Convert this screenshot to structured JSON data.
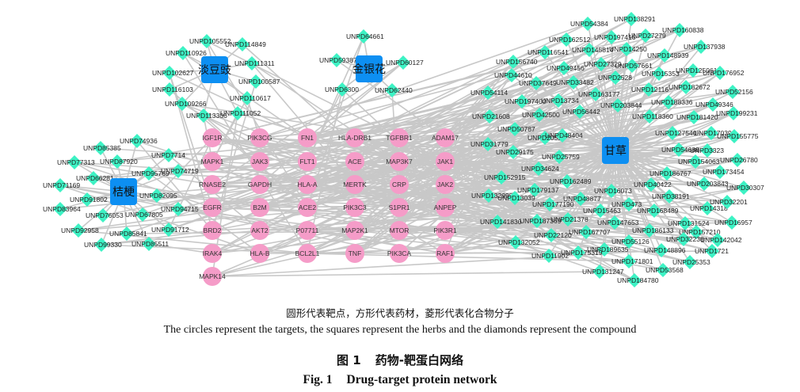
{
  "figure": {
    "type": "drug-target protein network",
    "legend_cn": "圆形代表靶点，方形代表药材，菱形代表化合物分子",
    "legend_en": "The circles represent the targets, the squares represent the herbs and the diamonds represent the compound",
    "figure_number_cn": "图 1",
    "figure_title_cn": "药物-靶蛋白网络",
    "figure_number_en": "Fig. 1",
    "figure_title_en": "Drug-target protein network"
  },
  "colors": {
    "herb": "#0d8ff2",
    "compound": "#3df2c4",
    "target": "#f59cc8",
    "edge": "#c8c8c8"
  },
  "herbs": [
    {
      "id": "h_dandouchi",
      "name": "淡豆豉"
    },
    {
      "id": "h_jinyinhua",
      "name": "金银花"
    },
    {
      "id": "h_jiegeng",
      "name": "桔梗"
    },
    {
      "id": "h_gancao",
      "name": "甘草"
    }
  ],
  "targets": [
    [
      "IGF1R",
      "PIK3CG",
      "FN1",
      "HLA-DRB1",
      "TGFBR1",
      "ADAM17"
    ],
    [
      "MAPK1",
      "JAK3",
      "FLT1",
      "ACE",
      "MAP3K7",
      "JAK1"
    ],
    [
      "RNASE2",
      "GAPDH",
      "HLA-A",
      "MERTK",
      "CRP",
      "JAK2"
    ],
    [
      "EGFR",
      "B2M",
      "ACE2",
      "PIK3C3",
      "S1PR1",
      "ANPEP"
    ],
    [
      "BRD2",
      "AKT2",
      "P07711",
      "MAP2K1",
      "MTOR",
      "PIK3R1"
    ],
    [
      "IRAK4",
      "HLA-B",
      "BCL2L1",
      "TNF",
      "PIK3CA",
      "RAF1"
    ],
    [
      "MAPK14"
    ]
  ],
  "compounds": {
    "淡豆豉": [
      "UNPD105552",
      "UNPD114849",
      "UNPD110926",
      "UNPD111311",
      "UNPD102627",
      "UNPD100587",
      "UNPD116103",
      "UNPD110617",
      "UNPD109266",
      "UNPD113306",
      "UNPD111052"
    ],
    "金银花": [
      "UNPD64661",
      "UNPD59387",
      "UNPD60127",
      "UNPD6300",
      "UNPD62440"
    ],
    "桔梗": [
      "UNPD74936",
      "UNPD85385",
      "UNPD87920",
      "UNPD7714",
      "UNPD77313",
      "UNPD95769",
      "UNPD74719",
      "UNPD66281",
      "UNPD71169",
      "UNPD82095",
      "UNPD91802",
      "UNPD83964",
      "UNPD94715",
      "UNPD76053",
      "UNPD67805",
      "UNPD92958",
      "UNPD85841",
      "UNPD91712",
      "UNPD99330",
      "UNPD85511"
    ],
    "甘草": [
      "UNPD54384",
      "UNPD138291",
      "UNPD160838",
      "UNPD162512",
      "UNPD197416",
      "UNPD27279",
      "UNPD116541",
      "UNPD145814",
      "UNPD14250",
      "UNPD148939",
      "UNPD137938",
      "UNPD156740",
      "UNPD49456",
      "UNPD27329",
      "UNPD57661",
      "UNPD15353",
      "UNPD125061",
      "UNPD176952",
      "UNPD44610",
      "UNPD2528",
      "UNPD37649",
      "UNPD33482",
      "UNPD12116",
      "UNPD182672",
      "UNPD52156",
      "UNPD54114",
      "UNPD197400",
      "UNPD13734",
      "UNPD163177",
      "UNPD203844",
      "UNPD188336",
      "UNPD49346",
      "UNPD21608",
      "UNPD42500",
      "UNPD56442",
      "UNPD118360",
      "UNPD181420",
      "UNPD199231",
      "UNPD50787",
      "UNPD127540",
      "UNPD170393",
      "UNPD155775",
      "UNPD31779",
      "UNPD20535",
      "UNPD48404",
      "UNPD54688",
      "UNPD3323",
      "UNPD29175",
      "UNPD25759",
      "UNPD154063",
      "UNPD26780",
      "UNPD186767",
      "UNPD173454",
      "UNPD34624",
      "UNPD152915",
      "UNPD162489",
      "UNPD40422",
      "UNPD203843",
      "UNPD30307",
      "UNPD132998",
      "UNPD179137",
      "UNPD16073",
      "UNPD38191",
      "UNPD13039",
      "UNPD48877",
      "UNPD177190",
      "UNPD473",
      "UNPD168489",
      "UNPD14318",
      "UNPD32201",
      "UNPD15463",
      "UNPD141830",
      "UNPD187369",
      "UNPD21378",
      "UNPD147653",
      "UNPD131524",
      "UNPD16957",
      "UNPD167707",
      "UNPD186133",
      "UNPD157210",
      "UNPD132052",
      "UNPD22120",
      "UNPD55126",
      "UNPD32238",
      "UNPD142042",
      "UNPD189635",
      "UNPD148896",
      "UNPD1721",
      "UNPD11902",
      "UNPD175319",
      "UNPD171801",
      "UNPD25353",
      "UNPD131247",
      "UNPD53568",
      "UNPD184780"
    ]
  }
}
